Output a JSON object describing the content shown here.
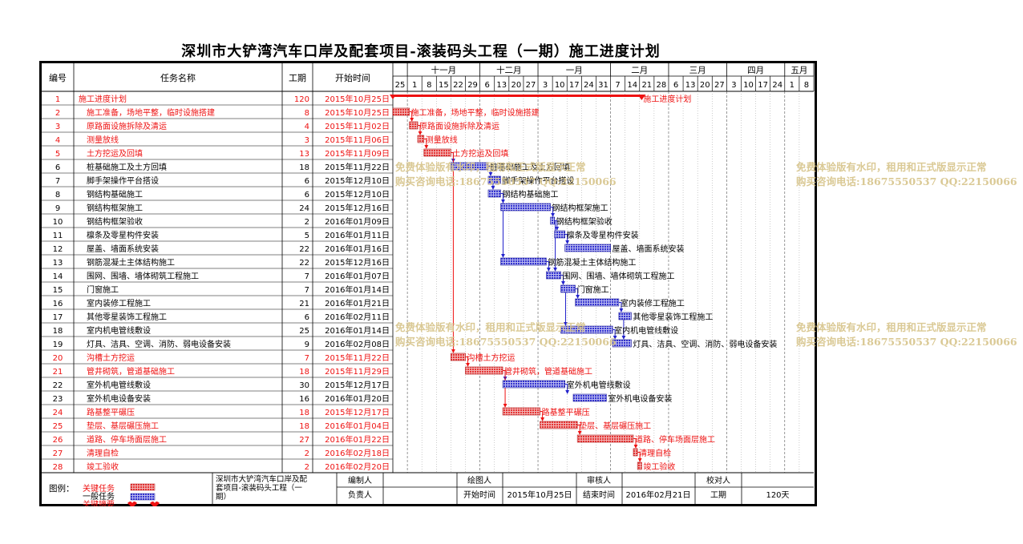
{
  "title": "深圳市大铲湾汽车口岸及配套项目-滚装码头工程（一期）施工进度计划",
  "columns": {
    "no": "编号",
    "name": "任务名称",
    "duration": "工期",
    "start": "开始时间"
  },
  "months": [
    "十一月",
    "十二月",
    "一月",
    "二月",
    "三月",
    "四月",
    "五月"
  ],
  "weeks": [
    "25",
    "1",
    "8",
    "15",
    "22",
    "29",
    "6",
    "13",
    "20",
    "27",
    "3",
    "10",
    "17",
    "24",
    "31",
    "7",
    "14",
    "21",
    "28",
    "6",
    "13",
    "20",
    "27",
    "3",
    "10",
    "17",
    "24",
    "1",
    "8"
  ],
  "colors": {
    "critical": "#ee1111",
    "normal": "#2222cc",
    "watermark": "#d7c48a",
    "criticalFill": "#e83a3a",
    "normalFill": "#3a3ad8"
  },
  "tasks": [
    {
      "no": "1",
      "name": "施工进度计划",
      "dur": "120",
      "start": "2015年10月25日",
      "critical": true,
      "summary": true
    },
    {
      "no": "2",
      "name": "施工准备，场地平整，临时设施搭建",
      "dur": "8",
      "start": "2015年10月25日",
      "critical": true
    },
    {
      "no": "3",
      "name": "原路面设施拆除及清运",
      "dur": "4",
      "start": "2015年11月02日",
      "critical": true
    },
    {
      "no": "4",
      "name": "测量放线",
      "dur": "3",
      "start": "2015年11月06日",
      "critical": true
    },
    {
      "no": "5",
      "name": "土方挖运及回填",
      "dur": "13",
      "start": "2015年11月09日",
      "critical": true
    },
    {
      "no": "6",
      "name": "桩基础施工及土方回填",
      "dur": "18",
      "start": "2015年11月22日",
      "critical": false
    },
    {
      "no": "7",
      "name": "脚手架操作平台搭设",
      "dur": "6",
      "start": "2015年12月10日",
      "critical": false
    },
    {
      "no": "8",
      "name": "钢结构基础施工",
      "dur": "6",
      "start": "2015年12月10日",
      "critical": false
    },
    {
      "no": "9",
      "name": "钢结构框架施工",
      "dur": "24",
      "start": "2015年12月16日",
      "critical": false
    },
    {
      "no": "10",
      "name": "钢结构框架验收",
      "dur": "2",
      "start": "2016年01月09日",
      "critical": false
    },
    {
      "no": "11",
      "name": "檩条及零星构件安装",
      "dur": "5",
      "start": "2016年01月11日",
      "critical": false
    },
    {
      "no": "12",
      "name": "屋盖、墙面系统安装",
      "dur": "22",
      "start": "2016年01月16日",
      "critical": false
    },
    {
      "no": "13",
      "name": "钢筋混凝土主体结构施工",
      "dur": "22",
      "start": "2015年12月16日",
      "critical": false
    },
    {
      "no": "14",
      "name": "围网、围墙、墙体砌筑工程施工",
      "dur": "7",
      "start": "2016年01月07日",
      "critical": false
    },
    {
      "no": "15",
      "name": "门窗施工",
      "dur": "7",
      "start": "2016年01月14日",
      "critical": false
    },
    {
      "no": "16",
      "name": "室内装修工程施工",
      "dur": "21",
      "start": "2016年01月21日",
      "critical": false
    },
    {
      "no": "17",
      "name": "其他零星装饰工程施工",
      "dur": "6",
      "start": "2016年02月11日",
      "critical": false
    },
    {
      "no": "18",
      "name": "室内机电管线敷设",
      "dur": "25",
      "start": "2016年01月14日",
      "critical": false
    },
    {
      "no": "19",
      "name": "灯具、洁具、空调、消防、弱电设备安装",
      "dur": "9",
      "start": "2016年02月08日",
      "critical": false
    },
    {
      "no": "20",
      "name": "沟槽土方挖运",
      "dur": "7",
      "start": "2015年11月22日",
      "critical": true
    },
    {
      "no": "21",
      "name": "管井砌筑，管道基础施工",
      "dur": "18",
      "start": "2015年11月29日",
      "critical": true
    },
    {
      "no": "22",
      "name": "室外机电管线敷设",
      "dur": "30",
      "start": "2015年12月17日",
      "critical": false
    },
    {
      "no": "23",
      "name": "室外机电设备安装",
      "dur": "16",
      "start": "2016年01月20日",
      "critical": false
    },
    {
      "no": "24",
      "name": "路基整平碾压",
      "dur": "18",
      "start": "2015年12月17日",
      "critical": true
    },
    {
      "no": "25",
      "name": "垫层、基层碾压施工",
      "dur": "18",
      "start": "2016年01月04日",
      "critical": true
    },
    {
      "no": "26",
      "name": "道路、停车场面层施工",
      "dur": "27",
      "start": "2016年01月22日",
      "critical": true
    },
    {
      "no": "27",
      "name": "清理自检",
      "dur": "2",
      "start": "2016年02月18日",
      "critical": true
    },
    {
      "no": "28",
      "name": "竣工验收",
      "dur": "2",
      "start": "2016年02月20日",
      "critical": true
    }
  ],
  "legend": {
    "label": "图例：",
    "critical": "关键任务",
    "normal": "一般任务",
    "milestone": "关键摘要"
  },
  "footer": {
    "project": "深圳市大铲湾汽车口岸及配套项目-滚装码头工程（一期）",
    "prepared_by": "编制人",
    "drawn_by": "绘图人",
    "reviewed_by": "审核人",
    "checked_by": "校对人",
    "responsible": "负责人",
    "start_label": "开始时间",
    "start_value": "2015年10月25日",
    "end_label": "结束时间",
    "end_value": "2016年02月21日",
    "duration_label": "工期",
    "duration_value": "120天"
  },
  "watermark": {
    "line1": "免费体验版有水印，租用和正式版显示正常",
    "line2": "购买咨询电话:18675550537 QQ:22150066"
  }
}
